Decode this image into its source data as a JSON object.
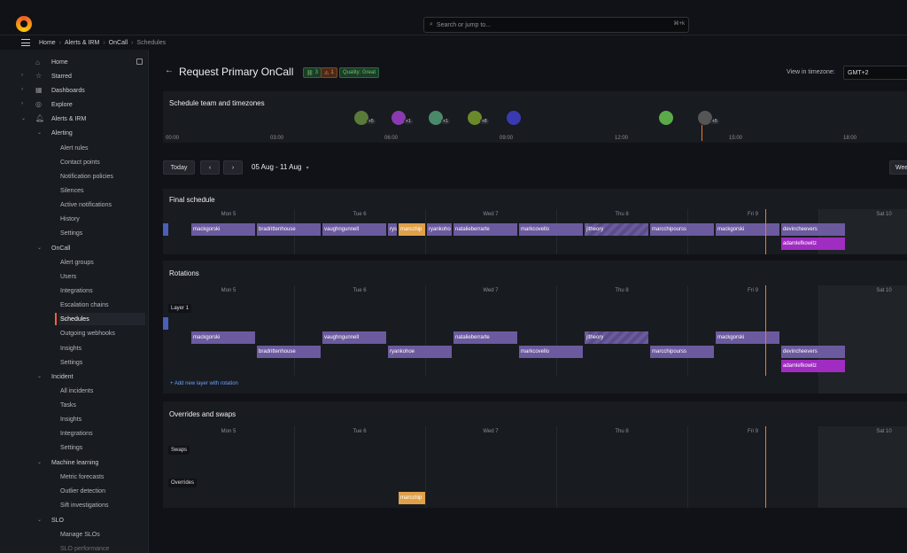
{
  "topbar": {
    "search_placeholder": "Search or jump to...",
    "search_kbd": "⌘+k"
  },
  "breadcrumb": [
    "Home",
    "Alerts & IRM",
    "OnCall",
    "Schedules"
  ],
  "sidebar": {
    "items": [
      {
        "label": "Home",
        "icon": "home-icon"
      },
      {
        "label": "Starred",
        "icon": "star-icon"
      },
      {
        "label": "Dashboards",
        "icon": "dashboards-icon"
      },
      {
        "label": "Explore",
        "icon": "compass-icon"
      },
      {
        "label": "Alerts & IRM",
        "icon": "bell-icon"
      },
      {
        "label": "Alerting"
      },
      {
        "label": "Alert rules"
      },
      {
        "label": "Contact points"
      },
      {
        "label": "Notification policies"
      },
      {
        "label": "Silences"
      },
      {
        "label": "Active notifications"
      },
      {
        "label": "History"
      },
      {
        "label": "Settings"
      },
      {
        "label": "OnCall"
      },
      {
        "label": "Alert groups"
      },
      {
        "label": "Users"
      },
      {
        "label": "Integrations"
      },
      {
        "label": "Escalation chains"
      },
      {
        "label": "Schedules"
      },
      {
        "label": "Outgoing webhooks"
      },
      {
        "label": "Insights"
      },
      {
        "label": "Settings"
      },
      {
        "label": "Incident"
      },
      {
        "label": "All incidents"
      },
      {
        "label": "Tasks"
      },
      {
        "label": "Insights"
      },
      {
        "label": "Integrations"
      },
      {
        "label": "Settings"
      },
      {
        "label": "Machine learning"
      },
      {
        "label": "Metric forecasts"
      },
      {
        "label": "Outlier detection"
      },
      {
        "label": "Sift investigations"
      },
      {
        "label": "SLO"
      },
      {
        "label": "Manage SLOs"
      },
      {
        "label": "SLO performance"
      }
    ]
  },
  "page": {
    "title": "Request Primary OnCall",
    "badge_links": "3",
    "badge_warnings": "1",
    "badge_quality": "Quality: Great",
    "timezone_label": "View in timezone:",
    "timezone_value": "GMT+2"
  },
  "team_panel": {
    "title": "Schedule team and timezones",
    "ticks": [
      "00:00",
      "03:00",
      "06:00",
      "09:00",
      "12:00",
      "15:00",
      "18:00"
    ],
    "avatar_counts": [
      "+5",
      "+1",
      "+1",
      "+8",
      "+5"
    ]
  },
  "controls": {
    "today": "Today",
    "prev": "‹",
    "next": "›",
    "range": "05 Aug - 11 Aug",
    "view": "Wee"
  },
  "days": [
    "Mon 5",
    "Tue 6",
    "Wed 7",
    "Thu 8",
    "Fri 9",
    "Sat 10"
  ],
  "final_schedule": {
    "title": "Final schedule",
    "row1": [
      "mackgorski",
      "bradrittenhouse",
      "vaughngunnell",
      "rys",
      "marcchip",
      "ryankoho",
      "natalieberrarte",
      "markcovello",
      "jltheory",
      "marcchipourss",
      "mackgorski",
      "devincheevers"
    ],
    "row2": [
      "adamlefkowitz"
    ]
  },
  "rotations": {
    "title": "Rotations",
    "layer": "Layer 1",
    "row1": [
      "mackgorski",
      "vaughngunnell",
      "natalieberrarte",
      "jltheory",
      "mackgorski"
    ],
    "row2": [
      "bradrittenhouse",
      "ryankohoe",
      "markcovello",
      "marcchipourss",
      "devincheevers"
    ],
    "row3": [
      "adamlefkowitz"
    ],
    "add_layer": "+ Add new layer with rotation"
  },
  "overrides": {
    "title": "Overrides and swaps",
    "swaps": "Swaps",
    "overrides": "Overrides",
    "override_shift": "marcchip"
  },
  "colors": {
    "accent": "#f55f3e",
    "shift": "#6b5a9e",
    "override": "#e0a04a",
    "magenta": "#a12cc2",
    "now": "#f57a27"
  }
}
